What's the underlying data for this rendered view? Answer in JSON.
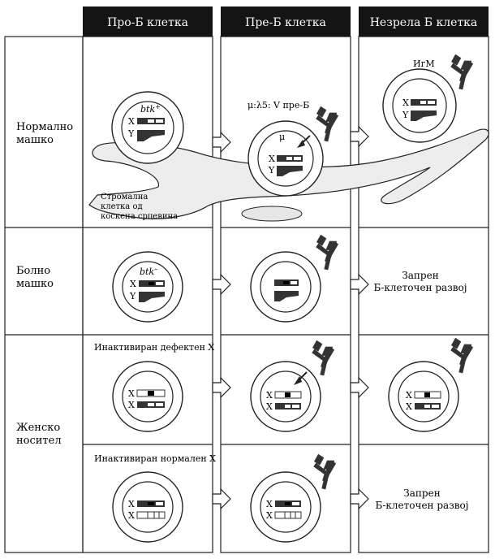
{
  "headers": {
    "pro_b": "Про-Б клетка",
    "pre_b": "Пре-Б клетка",
    "immature_b": "Незрела Б клетка"
  },
  "rows": {
    "normal_male": "Нормално машко",
    "affected_male": "Болно машко",
    "female_carrier": "Женско носител"
  },
  "labels": {
    "btk_plus": "btk",
    "btk_plus_sup": "+",
    "btk_minus": "btk",
    "btk_minus_sup": "–",
    "mu": "μ",
    "mu_lambda5": "μ:λ5: V пре-Б",
    "igm": "ИгМ",
    "stromal": [
      "Стромална",
      "клетка од",
      "коскена срцевина"
    ],
    "blocked_1": [
      "Запрен",
      "Б-клеточен развој"
    ],
    "blocked_2": [
      "Запрен",
      "Б-клеточен развој"
    ],
    "inactivated_defective": "Инактивиран дефектен X",
    "inactivated_normal": "Инактивиран нормален X",
    "chr_x": "X",
    "chr_y": "Y"
  },
  "colors": {
    "header_bg": "#141414",
    "header_text": "#ffffff",
    "line": "#222222",
    "stroma_fill": "#ededed",
    "chromosome_dark": "#333333"
  }
}
